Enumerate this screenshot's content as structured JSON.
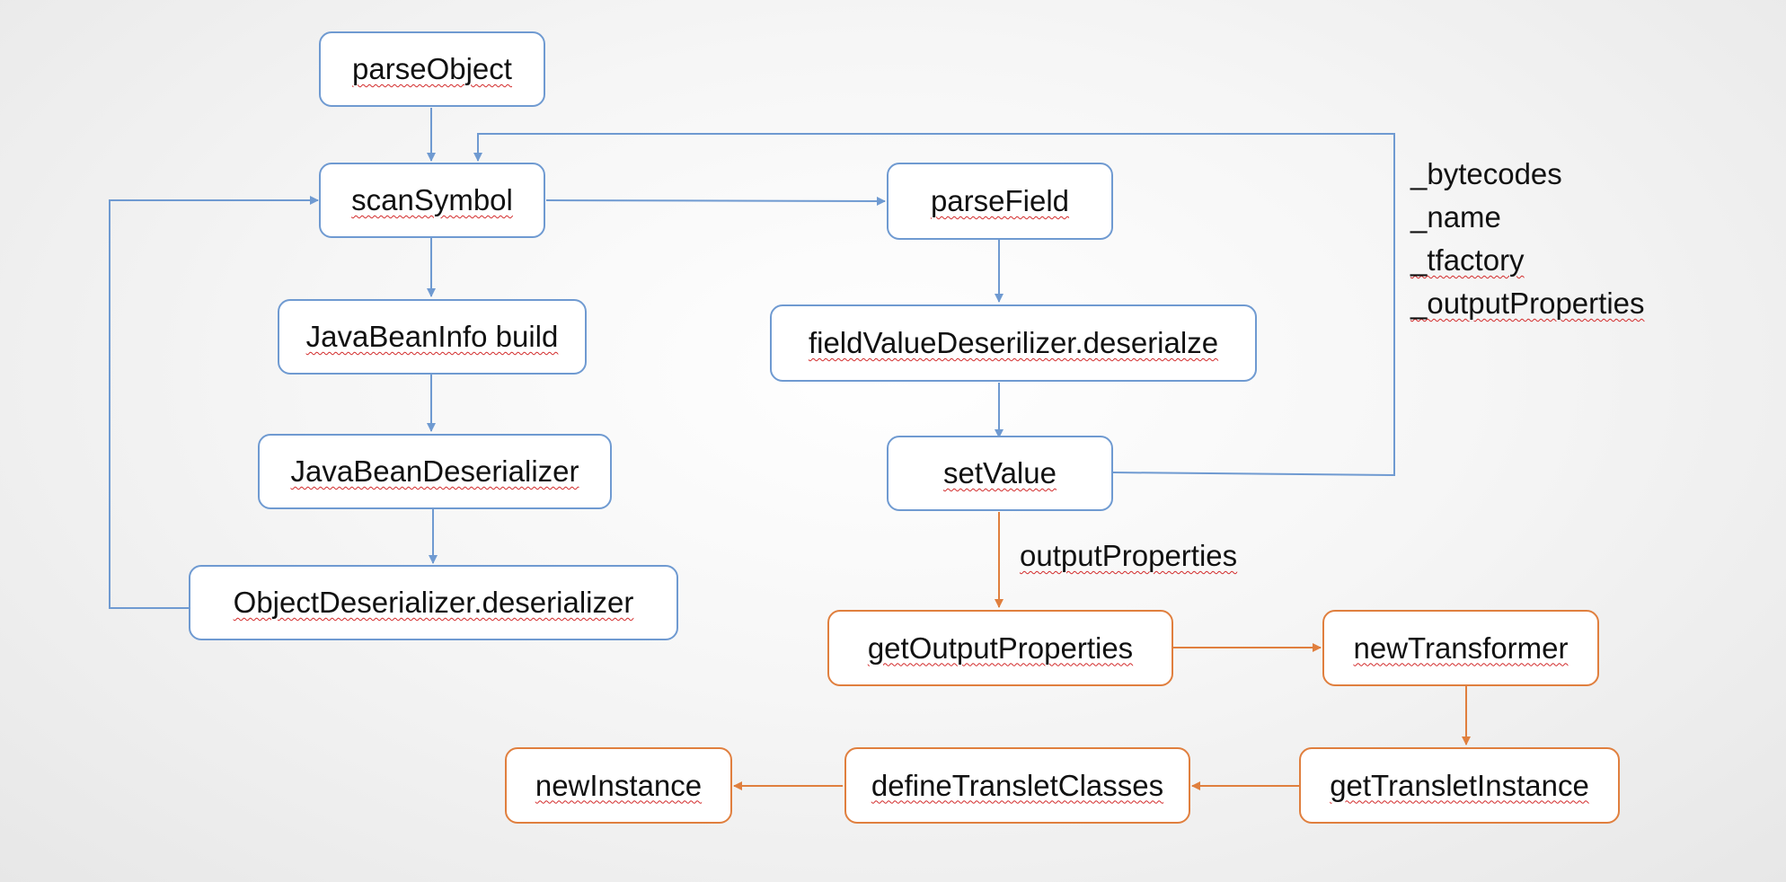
{
  "nodes": {
    "parseObject": "parseObject",
    "scanSymbol": "scanSymbol",
    "javaBeanInfoBuild": "JavaBeanInfo build",
    "javaBeanDeserializer": "JavaBeanDeserializer",
    "objectDeserializer": "ObjectDeserializer.deserializer",
    "parseField": "parseField",
    "fieldValueDeserializer": "fieldValueDeserilizer.deserialze",
    "setValue": "setValue",
    "getOutputProperties": "getOutputProperties",
    "newTransformer": "newTransformer",
    "getTransletInstance": "getTransletInstance",
    "defineTransletClasses": "defineTransletClasses",
    "newInstance": "newInstance"
  },
  "edge_labels": {
    "outputProperties": "outputProperties"
  },
  "fields": [
    "_bytecodes",
    "_name",
    "_tfactory",
    "_outputProperties"
  ],
  "colors": {
    "blue_flow": "#6f9ad1",
    "orange_flow": "#e07f3e",
    "spellcheck_underline": "#d22a2a"
  }
}
